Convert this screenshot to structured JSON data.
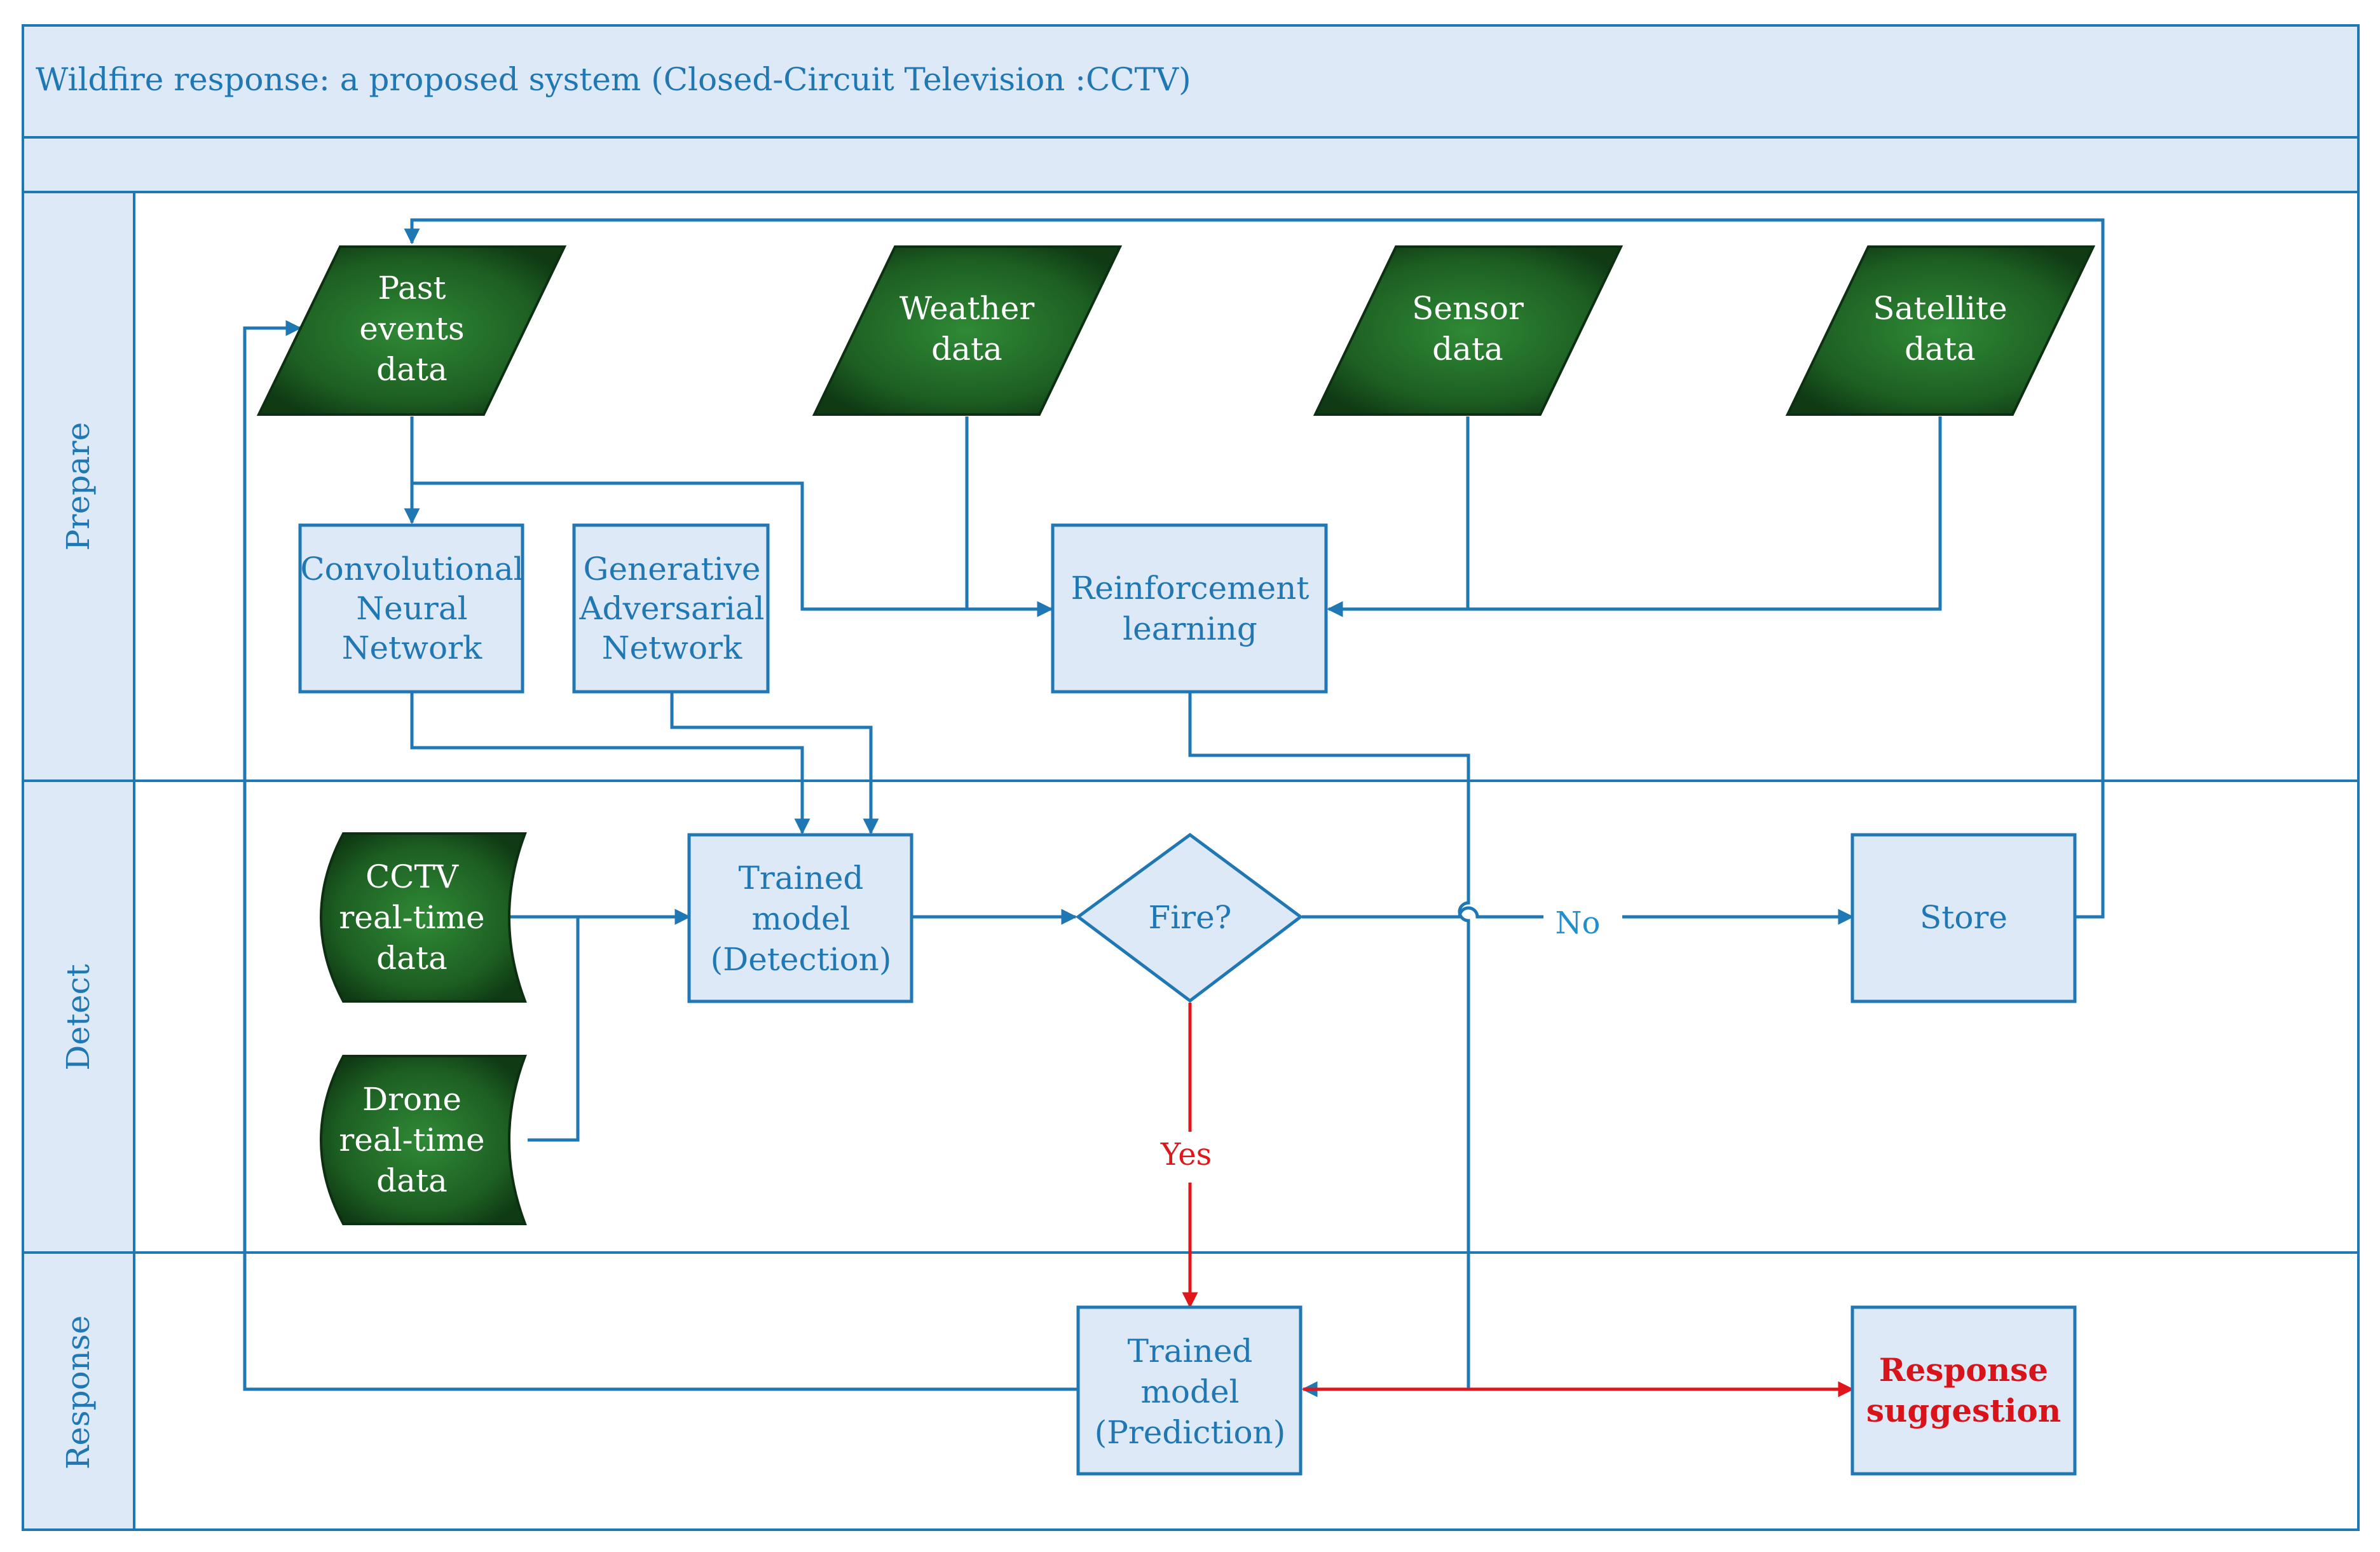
{
  "title": "Wildfire response: a proposed system (Closed-Circuit Television :CCTV)",
  "lanes": {
    "prepare": "Prepare",
    "detect": "Detect",
    "response": "Response"
  },
  "nodes": {
    "past_events": [
      "Past",
      "events",
      "data"
    ],
    "weather": [
      "Weather",
      "data"
    ],
    "sensor": [
      "Sensor",
      "data"
    ],
    "satellite": [
      "Satellite",
      "data"
    ],
    "cnn": [
      "Convolutional",
      "Neural",
      "Network"
    ],
    "gan": [
      "Generative",
      "Adversarial",
      "Network"
    ],
    "rl": [
      "Reinforcement",
      "learning"
    ],
    "cctv": [
      "CCTV",
      "real-time",
      "data"
    ],
    "drone": [
      "Drone",
      "real-time",
      "data"
    ],
    "trained_detection": [
      "Trained",
      "model",
      "(Detection)"
    ],
    "fire": [
      "Fire?"
    ],
    "store": [
      "Store"
    ],
    "trained_prediction": [
      "Trained",
      "model",
      "(Prediction)"
    ],
    "response_suggestion": [
      "Response",
      "suggestion"
    ]
  },
  "edge_labels": {
    "no": "No",
    "yes": "Yes"
  },
  "colors": {
    "line": "#1f77b4",
    "highlight": "#e0161b",
    "box_fill": "#dde9f6",
    "data_fill": "#1f5f25"
  }
}
